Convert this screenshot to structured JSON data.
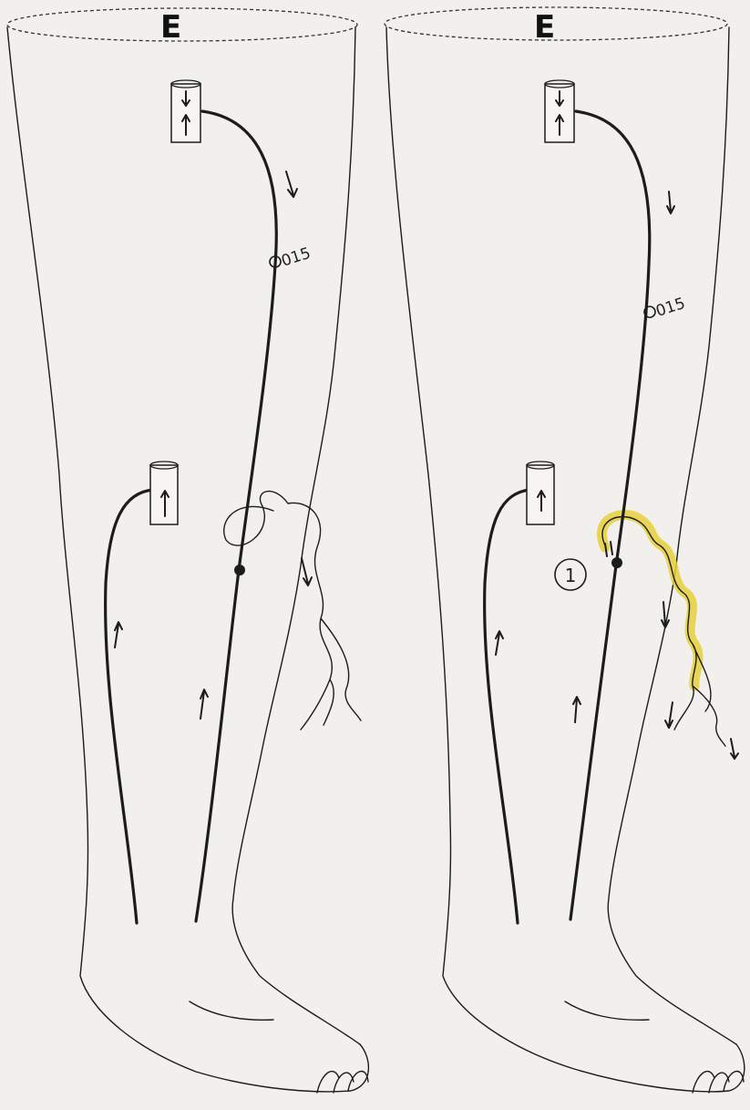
{
  "figure": {
    "panels": [
      {
        "side_label": "E",
        "measure_label": "015"
      },
      {
        "side_label": "E",
        "measure_label": "015",
        "marker_label": "1"
      }
    ],
    "colors": {
      "ink": "#1c1c1c",
      "paper": "#f1f0ec",
      "highlight": "#e6cf3b"
    }
  }
}
